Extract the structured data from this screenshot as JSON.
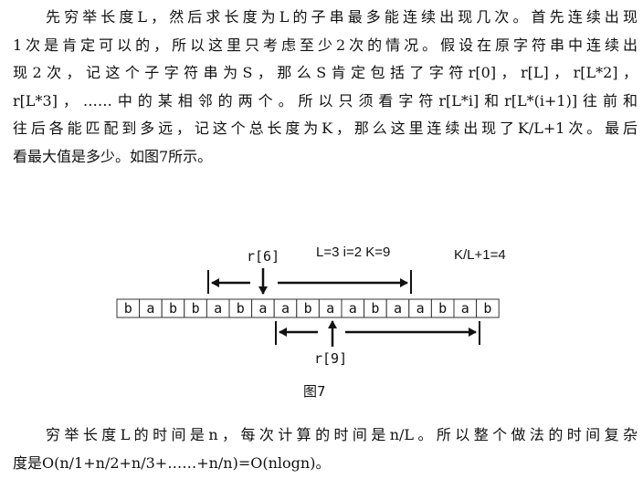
{
  "paragraph1": {
    "lines": [
      "先穷举长度L，然后求长度为L的子串最多能连续出现几次。首先连续出现",
      "1次是肯定可以的，所以这里只考虑至少2次的情况。假设在原字符串中连续出",
      "现2次，记这个子字符串为S，那么S肯定包括了字符r[0]，r[L]，r[L*2]，",
      "r[L*3]，……中的某相邻的两个。所以只须看字符r[L*i]和r[L*(i+1)]往前和",
      "往后各能匹配到多远，记这个总长度为K，那么这里连续出现了K/L+1次。最后",
      "看最大值是多少。如图7所示。"
    ]
  },
  "figure": {
    "string_cells": [
      "b",
      "a",
      "b",
      "b",
      "a",
      "b",
      "a",
      "a",
      "b",
      "a",
      "a",
      "b",
      "a",
      "a",
      "b",
      "a",
      "b"
    ],
    "top_pointer_label": "r[6]",
    "bottom_pointer_label": "r[9]",
    "params": "L=3  i=2  K=9",
    "result": "K/L+1=4",
    "caption": "图7"
  },
  "paragraph2": {
    "lines": [
      "穷举长度L的时间是n，每次计算的时间是n/L。所以整个做法的时间复杂",
      "度是O(n/1+n/2+n/3+……+n/n)=O(nlogn)。"
    ]
  }
}
